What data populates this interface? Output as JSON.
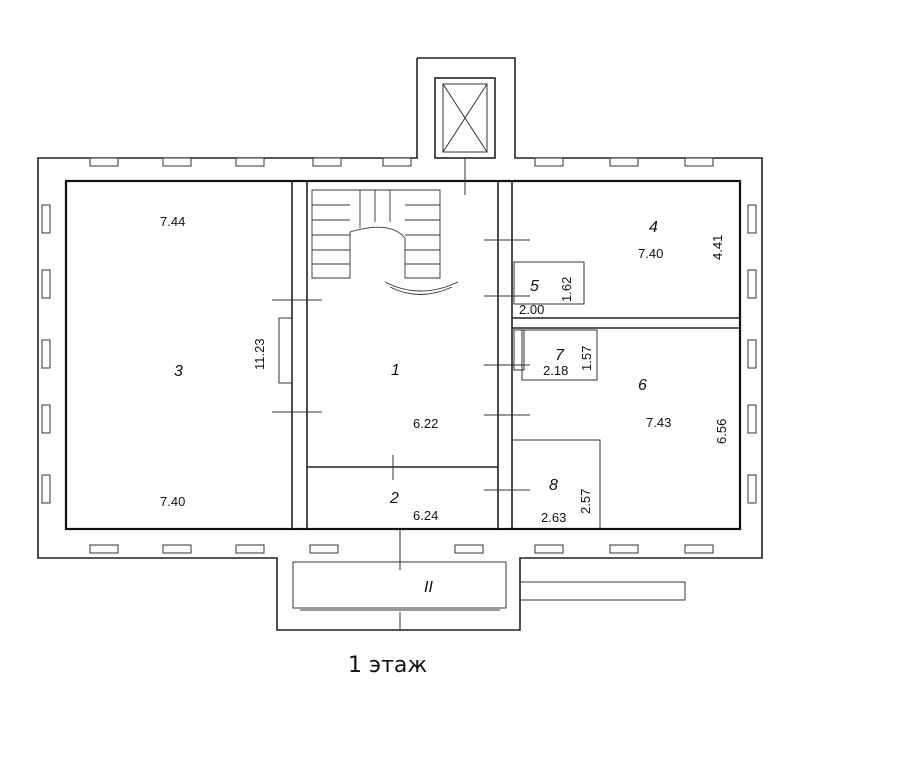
{
  "caption": "1 этаж",
  "rooms": [
    {
      "id": "1",
      "dims": [
        "6.22"
      ]
    },
    {
      "id": "2",
      "dims": [
        "6.24"
      ]
    },
    {
      "id": "3",
      "dims": [
        "7.44",
        "11.23",
        "7.40"
      ]
    },
    {
      "id": "4",
      "dims": [
        "7.40",
        "4.41"
      ]
    },
    {
      "id": "5",
      "dims": [
        "1.62",
        "2.00"
      ]
    },
    {
      "id": "6",
      "dims": [
        "7.43",
        "6.56"
      ]
    },
    {
      "id": "7",
      "dims": [
        "1.57",
        "2.18"
      ]
    },
    {
      "id": "8",
      "dims": [
        "2.57",
        "2.63"
      ]
    },
    {
      "id": "II",
      "dims": []
    }
  ]
}
